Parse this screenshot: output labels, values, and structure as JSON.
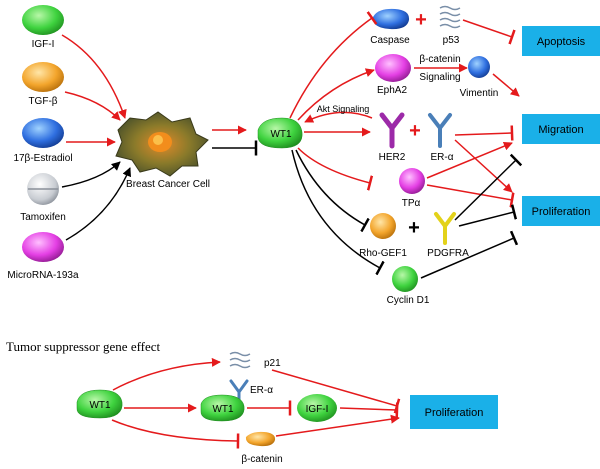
{
  "inputs": {
    "igf1": "IGF-I",
    "tgfb": "TGF-β",
    "estradiol": "17β-Estradiol",
    "tamoxifen": "Tamoxifen",
    "microrna": "MicroRNA-193a"
  },
  "cell_label": "Breast Cancer Cell",
  "wt1": "WT1",
  "caspase": "Caspase",
  "p53": "p53",
  "epha2": "EphA2",
  "beta_catenin_signaling_1": "β-catenin",
  "beta_catenin_signaling_2": "Signaling",
  "vimentin": "Vimentin",
  "akt_signaling": "Akt  Signaling",
  "her2": "HER2",
  "er_alpha": "ER-α",
  "tpa": "TPα",
  "rho_gef1": "Rho-GEF1",
  "pdgfra": "PDGFRA",
  "cyclin_d1": "Cyclin D1",
  "outcomes": {
    "apoptosis": "Apoptosis",
    "migration": "Migration",
    "proliferation": "Proliferation"
  },
  "plus": "+",
  "section_title": "Tumor suppressor gene effect",
  "bottom": {
    "wt1_left": "WT1",
    "wt1_mid": "WT1",
    "p21": "p21",
    "er_alpha": "ER-α",
    "igf1": "IGF-I",
    "beta_catenin": "β-catenin",
    "proliferation": "Proliferation"
  },
  "colors": {
    "activate": "#e41a1c",
    "inhibit": "#000000",
    "outcome_box": "#1ab0e8",
    "wt1_green": "#3fd33f"
  }
}
